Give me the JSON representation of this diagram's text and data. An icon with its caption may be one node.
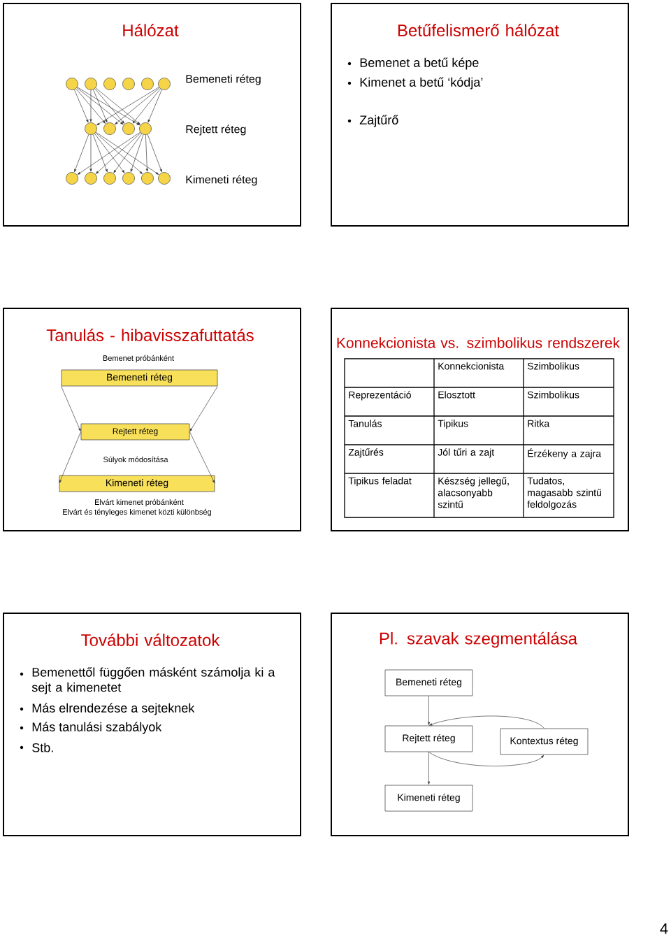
{
  "diagram": {
    "nodes": [
      {
        "text": [
          "Hálózat"
        ]
      },
      {
        "text": [],
        "shape": "circle",
        "in": 0
      },
      {
        "text": [],
        "shape": "circle",
        "in": 0
      },
      {
        "text": [],
        "shape": "circle",
        "in": 0
      },
      {
        "text": [],
        "shape": "circle",
        "in": 0
      },
      {
        "text": [],
        "shape": "circle",
        "in": 0
      },
      {
        "text": [],
        "shape": "circle",
        "in": 0
      },
      {
        "text": [],
        "shape": "circle",
        "in": 0
      },
      {
        "text": [],
        "shape": "circle",
        "in": 0
      },
      {
        "text": [],
        "shape": "circle",
        "in": 0
      },
      {
        "text": [],
        "shape": "circle",
        "in": 0
      },
      {
        "text": [],
        "shape": "circle",
        "in": 0
      },
      {
        "text": [],
        "shape": "circle",
        "in": 0
      },
      {
        "text": [],
        "shape": "circle",
        "in": 0
      },
      {
        "text": [],
        "shape": "circle",
        "in": 0
      },
      {
        "text": [],
        "shape": "circle",
        "in": 0
      },
      {
        "text": [],
        "shape": "circle",
        "in": 0
      },
      {
        "text": [
          "Betűfelismerő hálózat"
        ]
      },
      {
        "text": [
          "Tanulás - hibavisszafuttatás"
        ]
      },
      {
        "text": [
          "Bemeneti réteg"
        ],
        "in": 18
      },
      {
        "text": [
          "Rejtett réteg"
        ],
        "in": 18
      },
      {
        "text": [
          "Kimeneti réteg"
        ],
        "in": 18
      },
      {
        "text": [
          "Konnekcionista vs. szimbolikus rendszerek"
        ]
      },
      {
        "text": [
          "További változatok"
        ]
      },
      {
        "text": [
          "Pl. szavak szegmentálása"
        ]
      },
      {
        "text": [
          "Bemeneti réteg"
        ],
        "in": 24
      },
      {
        "text": [
          "Rejtett réteg"
        ],
        "in": 24
      },
      {
        "text": [
          "Kontextus réteg"
        ],
        "in": 24
      },
      {
        "text": [
          "Kimeneti réteg"
        ],
        "in": 24
      }
    ],
    "edges": [
      {
        "from": 1,
        "to": 7,
        "arrow": "to"
      },
      {
        "from": 1,
        "to": 8,
        "arrow": "to"
      },
      {
        "from": 1,
        "to": 9,
        "arrow": "to"
      },
      {
        "from": 1,
        "to": 10,
        "arrow": "to"
      },
      {
        "from": 2,
        "to": 7,
        "arrow": "to"
      },
      {
        "from": 2,
        "to": 8,
        "arrow": "to"
      },
      {
        "from": 2,
        "to": 9,
        "arrow": "to"
      },
      {
        "from": 2,
        "to": 10,
        "arrow": "to"
      },
      {
        "from": 6,
        "to": 7,
        "arrow": "to"
      },
      {
        "from": 6,
        "to": 8,
        "arrow": "to"
      },
      {
        "from": 6,
        "to": 9,
        "arrow": "to"
      },
      {
        "from": 6,
        "to": 10,
        "arrow": "to"
      },
      {
        "from": 7,
        "to": 11,
        "arrow": "to"
      },
      {
        "from": 7,
        "to": 12,
        "arrow": "to"
      },
      {
        "from": 7,
        "to": 13,
        "arrow": "to"
      },
      {
        "from": 7,
        "to": 14,
        "arrow": "to"
      },
      {
        "from": 7,
        "to": 15,
        "arrow": "to"
      },
      {
        "from": 7,
        "to": 16,
        "arrow": "to"
      },
      {
        "from": 10,
        "to": 11,
        "arrow": "to"
      },
      {
        "from": 10,
        "to": 12,
        "arrow": "to"
      },
      {
        "from": 10,
        "to": 13,
        "arrow": "to"
      },
      {
        "from": 10,
        "to": 14,
        "arrow": "to"
      },
      {
        "from": 10,
        "to": 15,
        "arrow": "to"
      },
      {
        "from": 10,
        "to": 16,
        "arrow": "to"
      },
      {
        "from": 19,
        "to": 20,
        "arrow": "to"
      },
      {
        "from": 20,
        "to": 21,
        "arrow": "to"
      },
      {
        "from": 19,
        "to": 20,
        "arrow": "to"
      },
      {
        "from": 20,
        "to": 21,
        "arrow": "to"
      },
      {
        "from": 25,
        "to": 26,
        "arrow": "to"
      },
      {
        "from": 26,
        "to": 27,
        "arrow": "to"
      },
      {
        "from": 27,
        "to": 26,
        "arrow": "to"
      },
      {
        "from": 26,
        "to": 28,
        "arrow": "to"
      }
    ],
    "labels": [
      "Bemeneti réteg",
      "Rejtett réteg",
      "Kimeneti réteg",
      "Bemenet a betű képe",
      "Kimenet a betű ‘kódja’",
      "Zajtűrő",
      "Bemenet próbánként",
      "Súlyok módosítása",
      "Elvárt kimenet próbánként",
      "Elvárt és tényleges kimenet közti különbség",
      "Konnekcionista",
      "Szimbolikus",
      "Reprezentáció",
      "Elosztott",
      "Szimbolikus",
      "Tanulás",
      "Tipikus",
      "Ritka",
      "Zajtűrés",
      "Jól tűri a zajt",
      "Érzékeny a zajra",
      "Tipikus feladat",
      "Készség jellegű, alacsonyabb szintű",
      "Tudatos, magasabb szintű feldolgozás",
      "Bemenettől függően másként számolja ki a sejt a kimenetet",
      "Más elrendezése a sejteknek",
      "Más tanulási szabályok",
      "Stb.",
      "4"
    ]
  }
}
